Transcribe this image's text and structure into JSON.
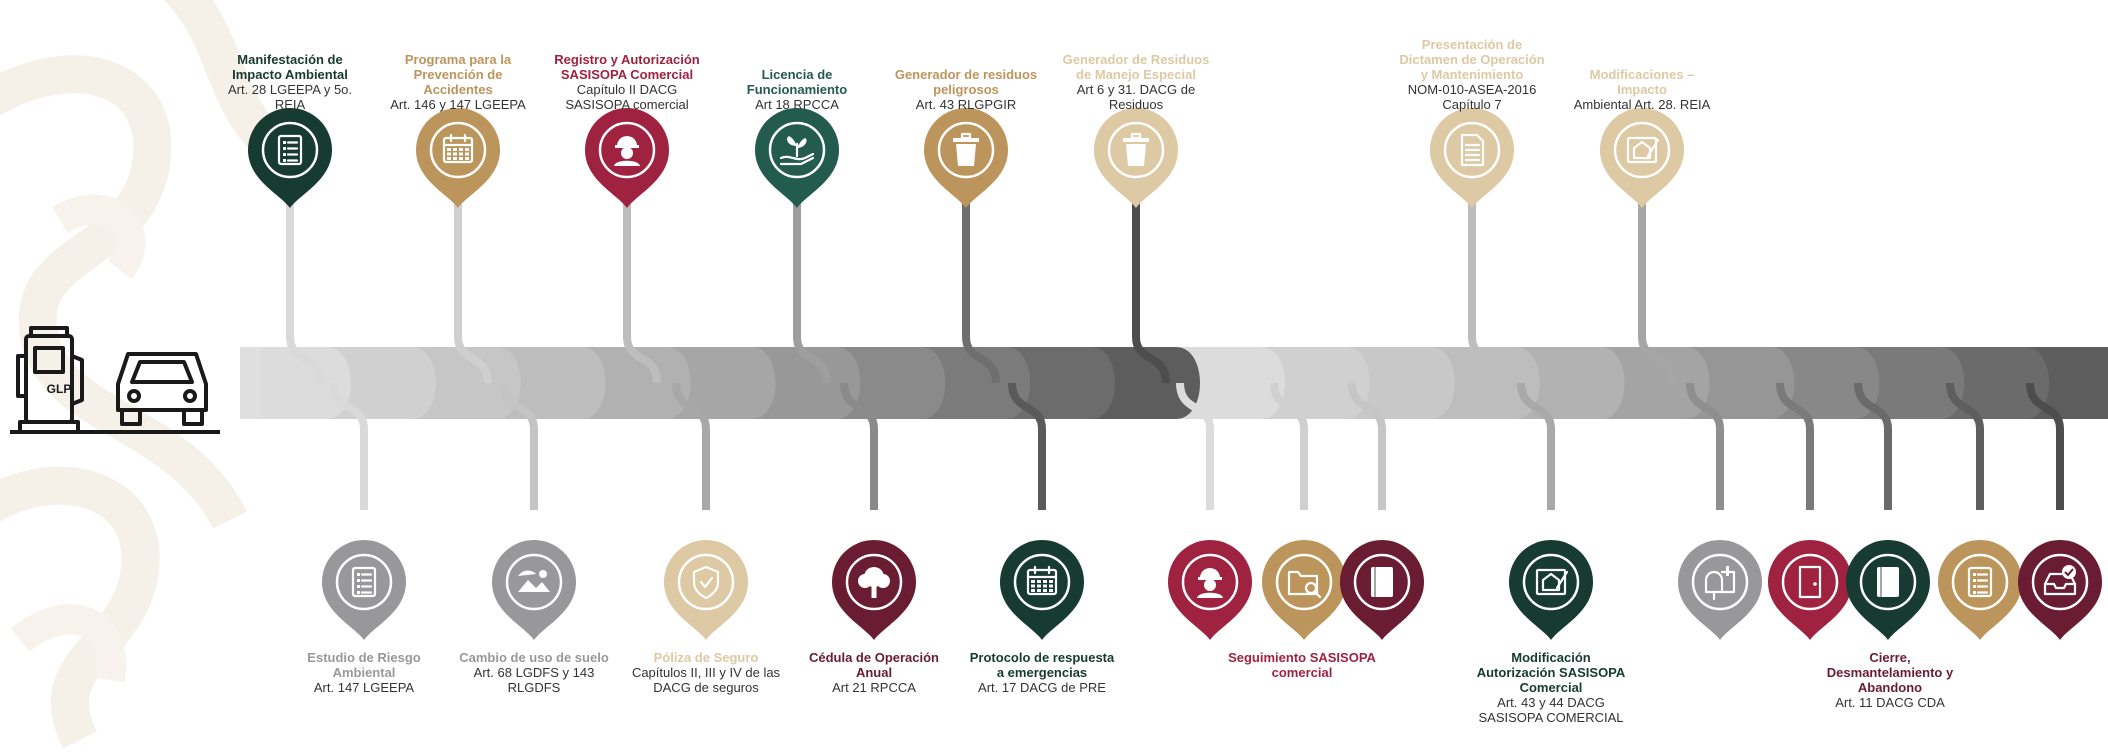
{
  "colors": {
    "dark_green": "#173a31",
    "green": "#235b4e",
    "gold": "#bc955c",
    "light_gold": "#ddc9a3",
    "crimson": "#9f2241",
    "maroon": "#691c32",
    "gray": "#98989a",
    "light_gray": "#b4b4b4",
    "dark_gray": "#575757",
    "text": "#333333"
  },
  "start_icons": {
    "station_label": "GLP",
    "items": [
      "gas-pump-icon",
      "car-icon"
    ]
  },
  "top_items": [
    {
      "title": "Manifestación  de Impacto Ambiental",
      "ref": "Art. 28 LGEEPA y 5o. REIA",
      "color": "dark_green",
      "stem": "#d9d9d9",
      "icon": "checklist-icon"
    },
    {
      "title": "Programa para la Prevención de Accidentes",
      "ref": "Art. 146 y 147 LGEEPA",
      "color": "gold",
      "stem": "#cfcfcf",
      "icon": "calendar-icon"
    },
    {
      "title": "Registro y Autorización SASISOPA Comercial",
      "ref": "Capítulo II DACG SASISOPA comercial",
      "color": "crimson",
      "stem": "#bdbdbd",
      "icon": "worker-icon"
    },
    {
      "title": "Licencia de Funcionamiento",
      "ref": "Art 18  RPCCA",
      "color": "green",
      "stem": "#9e9e9e",
      "icon": "plant-hand-icon"
    },
    {
      "title": "Generador de residuos peligrosos",
      "ref": "Art. 43 RLGPGIR",
      "color": "gold",
      "stem": "#6f6f6f",
      "icon": "trash-icon"
    },
    {
      "title": "Generador de Residuos de Manejo Especial",
      "ref": "Art  6  y 31. DACG de Residuos",
      "color": "light_gold",
      "stem": "#4d4d4d",
      "icon": "trash-icon"
    },
    {
      "title": "Presentación de Dictamen de Operación y Mantenimiento",
      "ref": "NOM-010-ASEA-2016 Capítulo 7",
      "color": "light_gold",
      "stem": "#bdbdbd",
      "icon": "document-icon"
    },
    {
      "title": "Modificaciones – Impacto",
      "ref": "Ambiental Art. 28. REIA",
      "color": "light_gold",
      "stem": "#a6a6a6",
      "icon": "blueprint-icon"
    }
  ],
  "bottom_items": [
    {
      "title": "Estudio de Riesgo Ambiental",
      "ref": "Art. 147 LGEEPA",
      "color": "gray",
      "stem": "#d9d9d9",
      "icon": "checklist-icon"
    },
    {
      "title": "Cambio de uso de suelo",
      "ref": "Art. 68 LGDFS y 143 RLGDFS",
      "color": "gray",
      "stem": "#c4c4c4",
      "icon": "landscape-icon"
    },
    {
      "title": "Póliza de Seguro",
      "ref": "Capítulos II, III y IV de las DACG de seguros",
      "color": "light_gold",
      "stem": "#a8a8a8",
      "icon": "shield-icon"
    },
    {
      "title": "Cédula de Operación Anual",
      "ref": "Art 21 RPCCA",
      "color": "maroon",
      "stem": "#8a8a8a",
      "icon": "tree-icon"
    },
    {
      "title": "Protocolo de respuesta a emergencias",
      "ref": "Art. 17 DACG de PRE",
      "color": "dark_green",
      "stem": "#5a5a5a",
      "icon": "grid-calendar-icon"
    },
    {
      "title": "Seguimiento SASISOPA comercial",
      "ref": "",
      "color": "crimson",
      "stem": "#dcdcdc",
      "icon": "worker-icon"
    },
    {
      "title": "",
      "ref": "",
      "color": "gold",
      "stem": "#d0d0d0",
      "icon": "folder-search-icon"
    },
    {
      "title": "",
      "ref": "",
      "color": "maroon",
      "stem": "#c6c6c6",
      "icon": "book-icon"
    },
    {
      "title": "Modificación Autorización SASISOPA Comercial",
      "ref": "Art. 43 y 44 DACG SASISOPA COMERCIAL",
      "color": "dark_green",
      "stem": "#a9a9a9",
      "icon": "blueprint-icon"
    },
    {
      "title": "",
      "ref": "",
      "color": "gray",
      "stem": "#8f8f8f",
      "icon": "mailbox-icon"
    },
    {
      "title": "",
      "ref": "",
      "color": "crimson",
      "stem": "#7a7a7a",
      "icon": "door-icon"
    },
    {
      "title": "",
      "ref": "",
      "color": "dark_green",
      "stem": "#6a6a6a",
      "icon": "book-icon"
    },
    {
      "title": "",
      "ref": "",
      "color": "gold",
      "stem": "#5e5e5e",
      "icon": "list-icon"
    },
    {
      "title": "Cierre, Desmantelamiento y Abandono",
      "ref": "Art. 11 DACG CDA",
      "color": "maroon",
      "stem": "#4d4d4d",
      "icon": "inbox-check-icon"
    }
  ],
  "band_shades": [
    "#dcdcdc",
    "#d0d0d0",
    "#c6c6c6",
    "#bdbdbd",
    "#b1b1b1",
    "#a6a6a6",
    "#989898",
    "#8a8a8a",
    "#7b7b7b",
    "#6c6c6c",
    "#5d5d5d",
    "#dcdcdc",
    "#d0d0d0",
    "#c8c8c8",
    "#bdbdbd",
    "#b2b2b2",
    "#a4a4a4",
    "#969696",
    "#888888",
    "#7a7a7a",
    "#6b6b6b",
    "#5d5d5d"
  ]
}
